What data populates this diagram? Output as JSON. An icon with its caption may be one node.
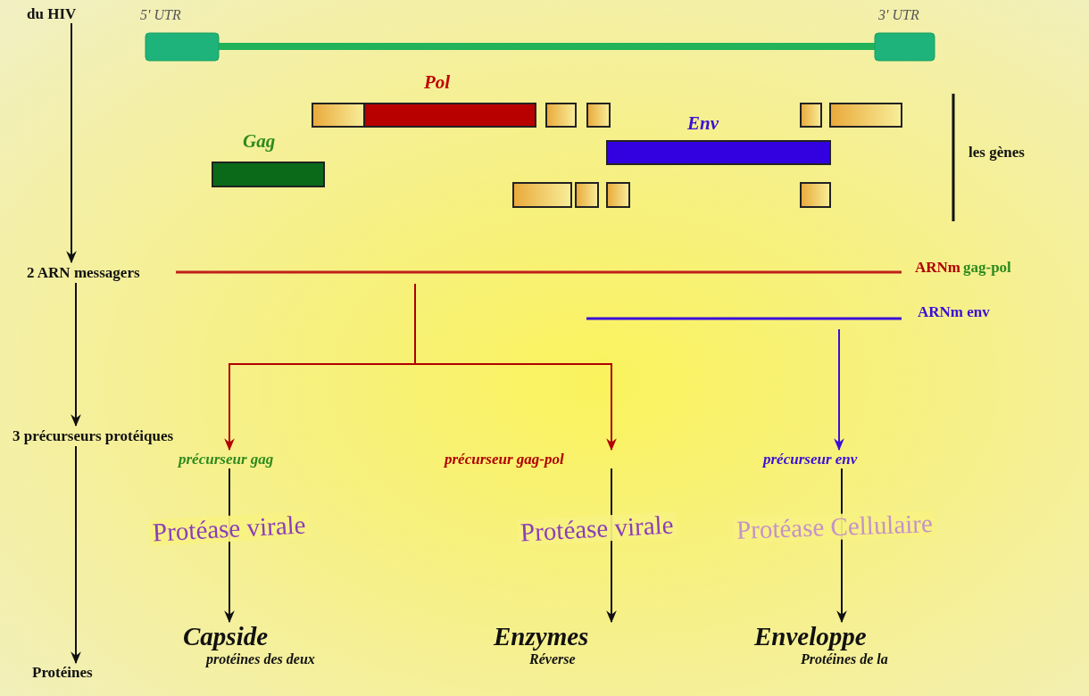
{
  "diagram": {
    "nodes": [
      {
        "text": [
          "du HIV"
        ]
      },
      {
        "text": [
          "2 ARN messagers"
        ]
      },
      {
        "text": [
          "3 précurseurs protéiques"
        ]
      },
      {
        "text": [
          "Protéines"
        ]
      },
      {
        "text": [
          "ARNm",
          "gag-pol"
        ]
      },
      {
        "text": [
          "ARNm env"
        ]
      },
      {
        "text": [
          "précurseur gag"
        ]
      },
      {
        "text": [
          "précurseur gag-pol"
        ]
      },
      {
        "text": [
          "précurseur env"
        ]
      },
      {
        "text": [
          "Capside",
          "protéines des deux"
        ]
      },
      {
        "text": [
          "Enzymes",
          "Réverse"
        ]
      },
      {
        "text": [
          "Enveloppe",
          "Protéines de la"
        ]
      }
    ],
    "edges": [
      {
        "from": 0,
        "to": 1,
        "arrow": "to"
      },
      {
        "from": 1,
        "to": 2,
        "arrow": "to"
      },
      {
        "from": 2,
        "to": 3,
        "arrow": "to"
      },
      {
        "from": 4,
        "to": 6,
        "arrow": "to",
        "color": "#b00000"
      },
      {
        "from": 4,
        "to": 7,
        "arrow": "to",
        "color": "#b00000"
      },
      {
        "from": 5,
        "to": 8,
        "arrow": "to",
        "color": "#3a10d8"
      },
      {
        "from": 6,
        "to": 9,
        "arrow": "to",
        "label": "Protéase virale"
      },
      {
        "from": 7,
        "to": 10,
        "arrow": "to",
        "label": "Protéase virale"
      },
      {
        "from": 8,
        "to": 11,
        "arrow": "to",
        "label": "Protéase Cellulaire"
      }
    ],
    "labels": [
      "5' UTR",
      "3' UTR",
      "Pol",
      "Env",
      "Gag",
      "les gènes"
    ]
  }
}
